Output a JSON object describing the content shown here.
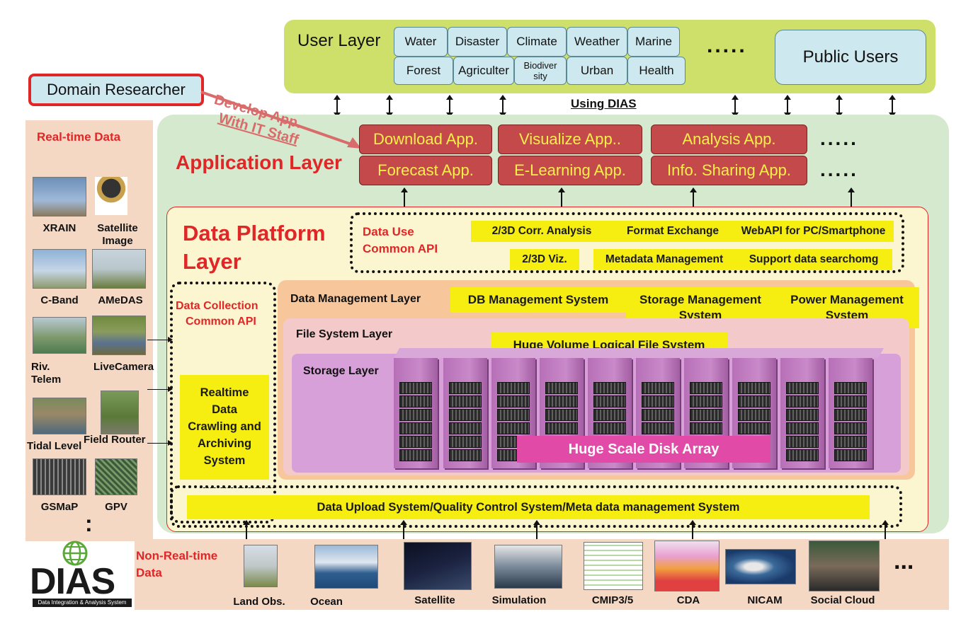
{
  "colors": {
    "user_layer": "#cfe06a",
    "app_layer": "#d4e9cd",
    "platform": "#fbf6cf",
    "mgmt": "#f7c79b",
    "filesys": "#f4c9c9",
    "storage": "#d8a0d8",
    "realtime": "#f4d8c4",
    "app_box": "#c4494a",
    "yellow": "#f6ee10",
    "disk_array": "#e24aa7"
  },
  "user_layer": {
    "title": "User Layer",
    "domains_row1": [
      "Water",
      "Disaster",
      "Climate",
      "Weather",
      "Marine"
    ],
    "domains_row2": [
      "Forest",
      "Agriculter",
      "Biodiver sity",
      "Urban",
      "Health"
    ],
    "ellipsis": ".....",
    "public_users": "Public Users"
  },
  "using_dias": "Using DIAS",
  "domain_researcher": "Domain Researcher",
  "develop_app": "Develop App.",
  "with_it_staff": "With IT Staff",
  "application_layer": {
    "title": "Application Layer",
    "row1": [
      "Download App.",
      "Visualize App..",
      "Analysis App."
    ],
    "row2": [
      "Forecast App.",
      "E-Learning App.",
      "Info. Sharing App."
    ],
    "ellipsis1": ".....",
    "ellipsis2": "....."
  },
  "data_platform": {
    "title_line1": "Data Platform",
    "title_line2": "Layer"
  },
  "data_use_api": {
    "line1": "Data Use",
    "line2": "Common API",
    "corr": "2/3D Corr. Analysis",
    "format": "Format Exchange",
    "webapi": "WebAPI for PC/Smartphone",
    "viz": "2/3D Viz.",
    "metadata": "Metadata Management",
    "support": "Support data searchomg"
  },
  "data_collection": {
    "line1": "Data Collection",
    "line2": "Common API",
    "system": "Realtime Data Crawling and Archiving System"
  },
  "data_mgmt": {
    "title": "Data Management Layer",
    "db": "DB Management System",
    "storage": "Storage Management System",
    "power": "Power Management System"
  },
  "file_system": {
    "title": "File System Layer",
    "huge": "Huge Volume Logical File System"
  },
  "storage_layer": {
    "title": "Storage Layer",
    "disk_array": "Huge Scale Disk Array"
  },
  "upload": "Data Upload System/Quality Control System/Meta data management System",
  "realtime": {
    "title": "Real-time Data",
    "items": [
      "XRAIN",
      "Satellite Image",
      "C-Band",
      "AMeDAS",
      "Riv. Telem",
      "LiveCamera",
      "Tidal Level",
      "Field Router",
      "GSMaP",
      "GPV"
    ],
    "more": ":"
  },
  "nonrealtime": {
    "title_line1": "Non-Real-time",
    "title_line2": "Data",
    "items": [
      "Land Obs.",
      "Ocean",
      "Satellite",
      "Simulation",
      "CMIP3/5",
      "CDA",
      "NICAM",
      "Social Cloud"
    ],
    "more": "..."
  },
  "logo": {
    "text": "DIAS",
    "subtitle": "Data Integration & Analysis System"
  }
}
